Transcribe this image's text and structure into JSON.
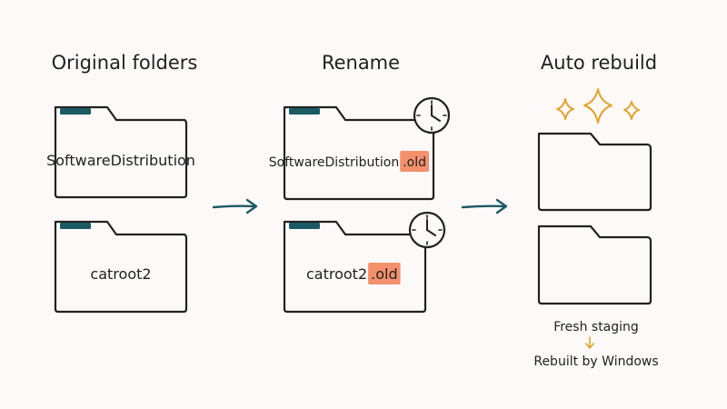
{
  "columns": {
    "original": {
      "heading": "Original folders"
    },
    "rename": {
      "heading": "Rename"
    },
    "rebuild": {
      "heading": "Auto rebuild"
    }
  },
  "folders": {
    "original_top": {
      "label": "SoftwareDistribution"
    },
    "original_bottom": {
      "label": "catroot2"
    },
    "renamed_top": {
      "label": "SoftwareDistribution",
      "suffix": ".old"
    },
    "renamed_bottom": {
      "label": "catroot2",
      "suffix": ".old"
    }
  },
  "notes": {
    "fresh": "Fresh staging",
    "rebuilt": "Rebuilt by Windows"
  },
  "colors": {
    "accent_teal": "#1c5a63",
    "highlight_orange": "#f4906b",
    "sparkle_gold": "#e2a32d"
  },
  "icons": [
    "folder-icon",
    "clock-icon",
    "sparkle-icon",
    "arrow-right-icon",
    "arrow-down-icon"
  ]
}
